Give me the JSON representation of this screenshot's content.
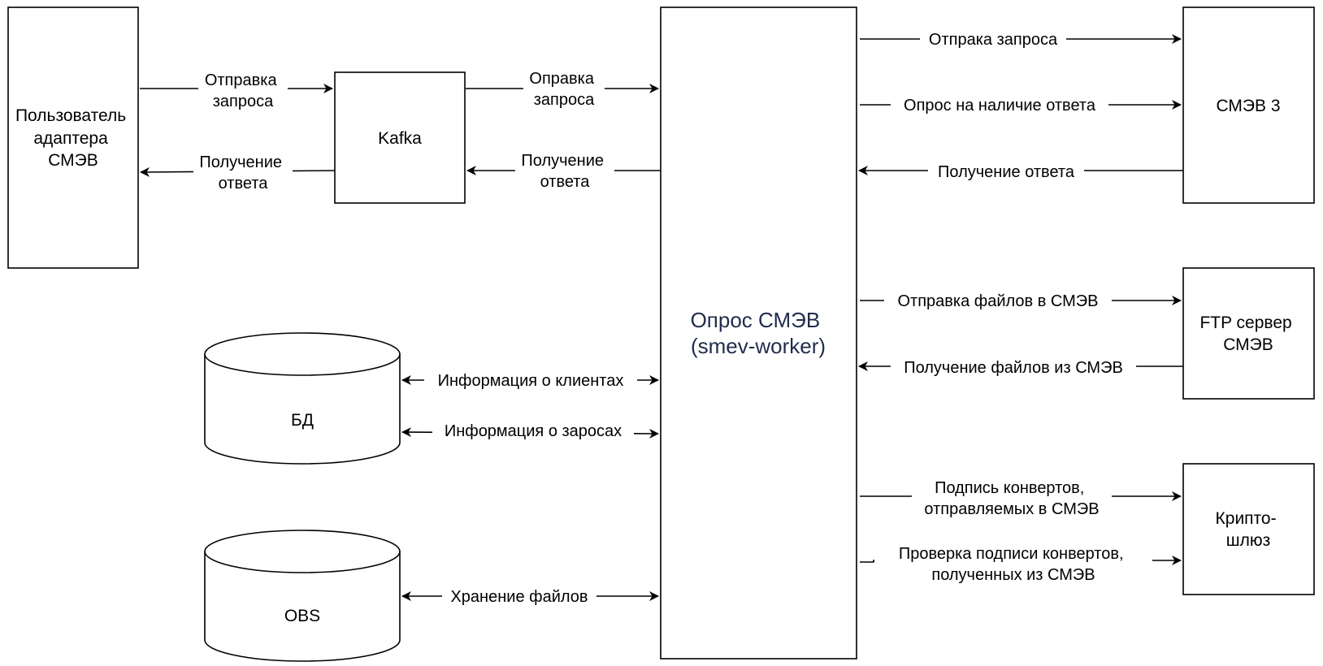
{
  "nodes": {
    "user": [
      "Пользователь",
      "адаптера",
      "СМЭВ"
    ],
    "kafka": [
      "Kafka"
    ],
    "worker": [
      "Опрос СМЭВ",
      "(smev-worker)"
    ],
    "db": [
      "БД"
    ],
    "obs": [
      "OBS"
    ],
    "smev3": [
      "СМЭВ 3"
    ],
    "ftp": [
      "FTP сервер",
      "СМЭВ"
    ],
    "crypto": [
      "Крипто-",
      "шлюз"
    ]
  },
  "edges": {
    "user_to_kafka": [
      "Отправка",
      "запроса"
    ],
    "kafka_to_user": [
      "Получение",
      "ответа"
    ],
    "kafka_to_worker": [
      "Оправка",
      "запроса"
    ],
    "worker_to_kafka": [
      "Получение",
      "ответа"
    ],
    "worker_send_request": [
      "Отпрака запроса"
    ],
    "worker_poll_answer": [
      "Опрос на наличие ответа"
    ],
    "smev_answer": [
      "Получение ответа"
    ],
    "files_to_smev": [
      "Отправка файлов в СМЭВ"
    ],
    "files_from_smev": [
      "Получение файлов из СМЭВ"
    ],
    "db_clients": [
      "Информация о клиентах"
    ],
    "db_requests": [
      "Информация о заросах"
    ],
    "obs_files": [
      "Хранение файлов"
    ],
    "sign_envelopes": [
      "Подпись конвертов,",
      "отправляемых в СМЭВ"
    ],
    "verify_envelopes": [
      "Проверка подписи конвертов,",
      "полученных из СМЭВ"
    ]
  }
}
